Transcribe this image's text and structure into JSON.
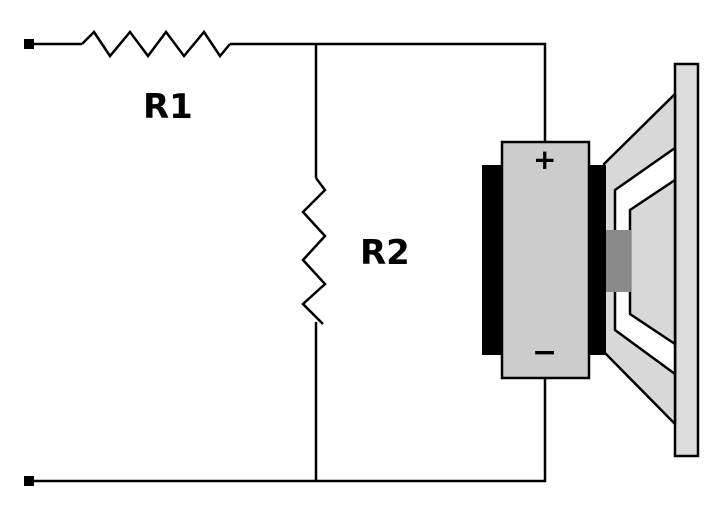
{
  "labels": {
    "r1": "R1",
    "r2": "R2",
    "plus": "+",
    "minus": "−"
  },
  "colors": {
    "line": "#000000",
    "magnet_body": "#cccccc",
    "cone": "#d4d4d4",
    "voice_coil": "#888888",
    "background": "#ffffff"
  },
  "components": [
    {
      "id": "R1",
      "kind": "resistor",
      "orientation": "horizontal"
    },
    {
      "id": "R2",
      "kind": "resistor",
      "orientation": "vertical"
    },
    {
      "id": "speaker",
      "kind": "loudspeaker",
      "terminals": [
        "+",
        "−"
      ]
    }
  ]
}
